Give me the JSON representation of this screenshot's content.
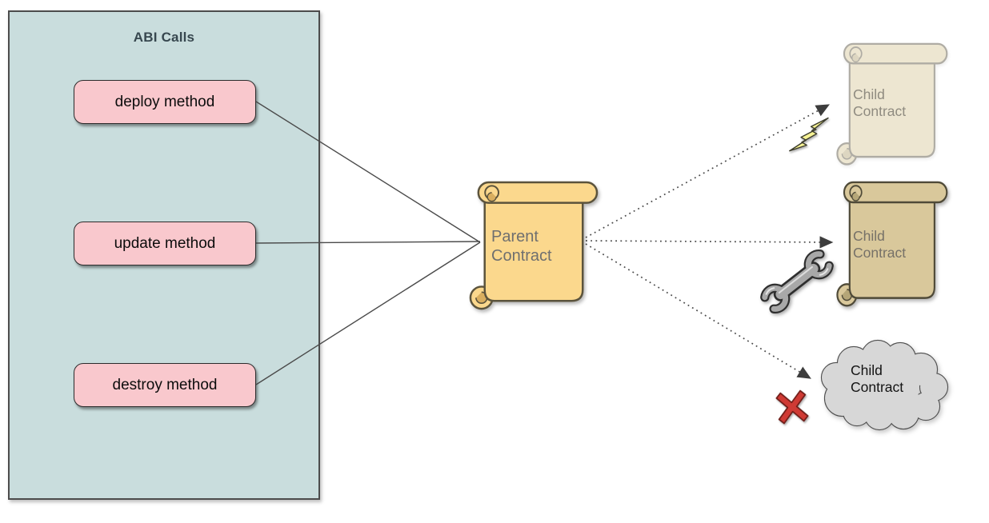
{
  "diagram": {
    "abi_group": {
      "title": "ABI Calls",
      "methods": [
        {
          "id": "deploy",
          "label": "deploy method"
        },
        {
          "id": "update",
          "label": "update method"
        },
        {
          "id": "destroy",
          "label": "destroy method"
        }
      ]
    },
    "parent": {
      "label": "Parent Contract"
    },
    "children": [
      {
        "label": "Child Contract",
        "state": "deployed",
        "icon": "lightning-bolt-icon"
      },
      {
        "label": "Child Contract",
        "state": "updated",
        "icon": "wrench-icon"
      },
      {
        "label": "Child Contract",
        "state": "destroyed",
        "icon": "red-x-icon"
      }
    ],
    "colors": {
      "group_bg": "#c9dddd",
      "group_border": "#4c4c4c",
      "method_bg": "#f9c8cd",
      "method_border": "#2b2b2b",
      "parent_scroll_fill": "#fbd88d",
      "parent_scroll_stroke": "#5b533c",
      "child_scroll_fill": "#d9c89b",
      "child_scroll_stroke": "#4f4a38",
      "cloud_fill": "#d7d7d7",
      "cloud_stroke": "#4f4f4f",
      "connector": "#4a4a4a",
      "bolt_fill": "#f7f394",
      "x_fill": "#cf3a34"
    }
  }
}
